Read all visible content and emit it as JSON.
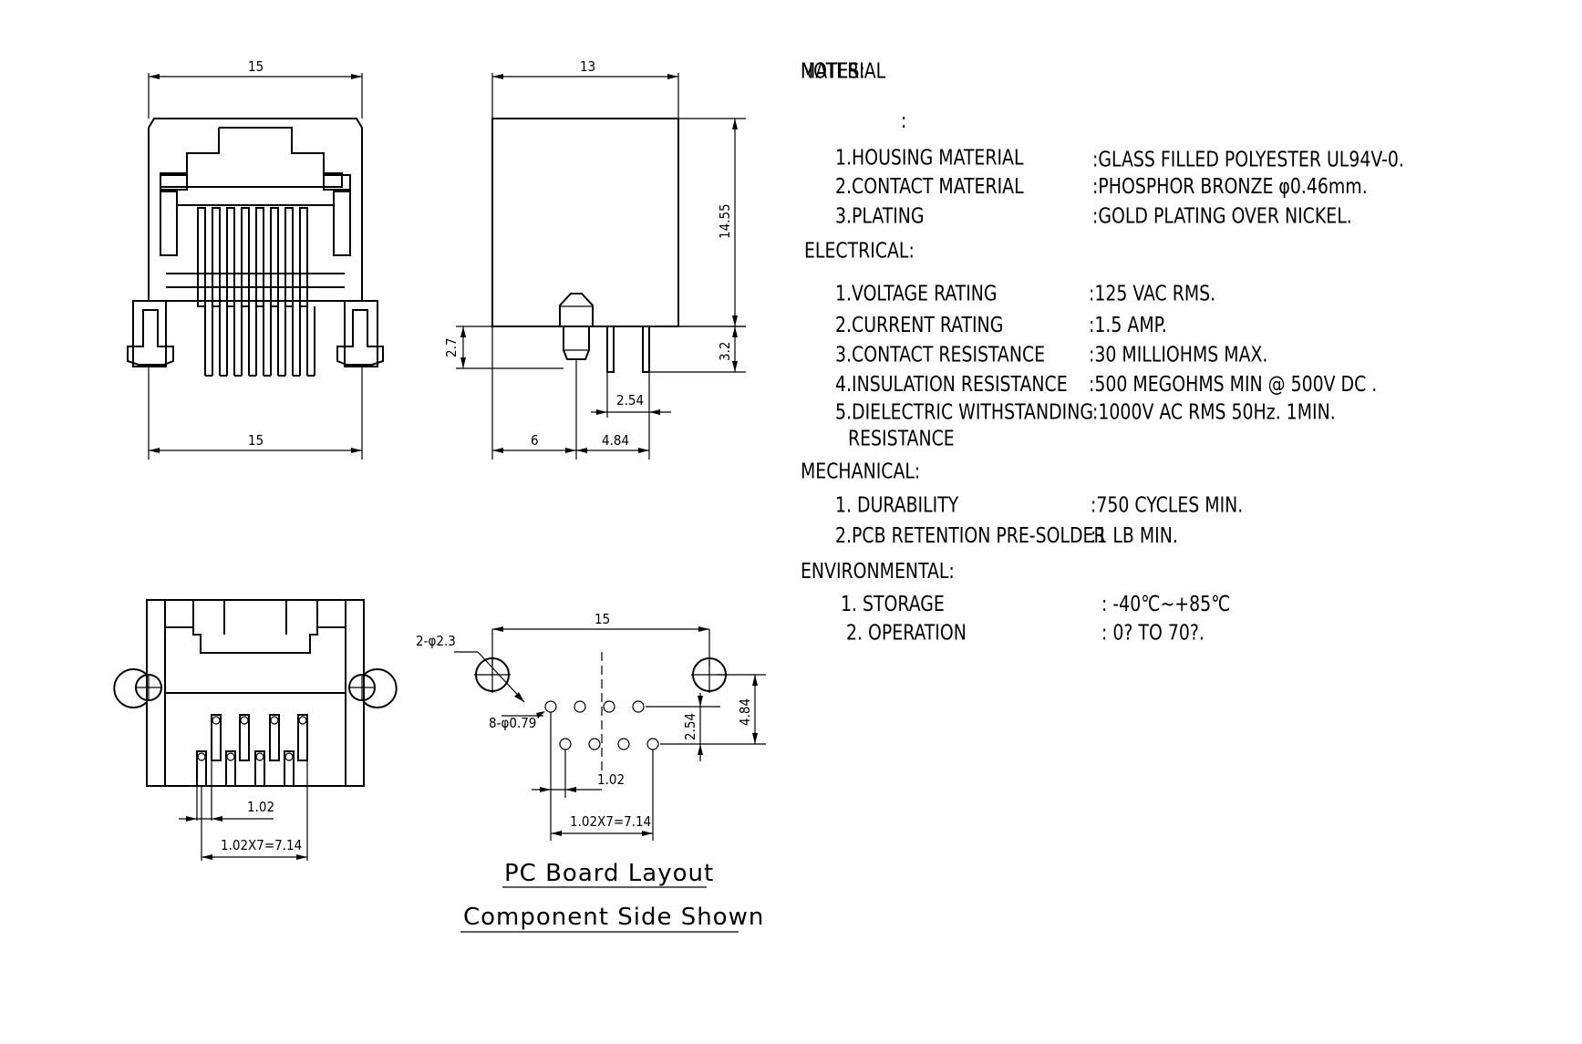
{
  "dimensions": {
    "front_top_width": "15",
    "front_bottom_width": "15",
    "side_top_width": "13",
    "side_height": "14.55",
    "side_left_pin": "2.7",
    "side_right_pin": "3.2",
    "side_pin_pitch": "2.54",
    "side_offset": "6",
    "side_row_offset": "4.84",
    "bottom_pitch": "1.02",
    "bottom_span": "1.02X7=7.14",
    "pcb_width": "15",
    "pcb_mount_holes": "2-φ2.3",
    "pcb_pin_holes": "8-φ0.79",
    "pcb_row_spacing": "2.54",
    "pcb_hole_offset": "4.84",
    "pcb_pitch": "1.02",
    "pcb_span": "1.02X7=7.14"
  },
  "captions": {
    "pcb_layout": "PC Board Layout",
    "component_side": "Component Side Shown"
  },
  "notes": {
    "heading": "NOTES:",
    "material": {
      "title": "MATERIAL",
      "colon": ":",
      "items": [
        {
          "label": "1.HOUSING MATERIAL",
          "value": ":GLASS FILLED POLYESTER UL94V-0."
        },
        {
          "label": "2.CONTACT MATERIAL",
          "value": ":PHOSPHOR BRONZE φ0.46mm."
        },
        {
          "label": "3.PLATING",
          "value": ":GOLD PLATING OVER NICKEL."
        }
      ]
    },
    "electrical": {
      "title": "ELECTRICAL:",
      "items": [
        {
          "label": "1.VOLTAGE RATING",
          "value": ":125 VAC RMS."
        },
        {
          "label": "2.CURRENT RATING",
          "value": ":1.5 AMP."
        },
        {
          "label": "3.CONTACT RESISTANCE",
          "value": ":30 MILLIOHMS MAX."
        },
        {
          "label": "4.INSULATION RESISTANCE",
          "value": ":500 MEGOHMS MIN @ 500V DC ."
        },
        {
          "label": "5.DIELECTRIC WITHSTANDING",
          "label2": "RESISTANCE",
          "value": ":1000V AC RMS 50Hz. 1MIN."
        }
      ]
    },
    "mechanical": {
      "title": "MECHANICAL:",
      "items": [
        {
          "label": "1. DURABILITY",
          "value": ":750 CYCLES MIN."
        },
        {
          "label": "2.PCB RETENTION PRE-SOLDER",
          "value": ":1 LB MIN."
        }
      ]
    },
    "environmental": {
      "title": "ENVIRONMENTAL:",
      "items": [
        {
          "label": "1. STORAGE",
          "value": ": -40℃~+85℃"
        },
        {
          "label": "2. OPERATION",
          "value": ": 0? TO 70?."
        }
      ]
    }
  }
}
